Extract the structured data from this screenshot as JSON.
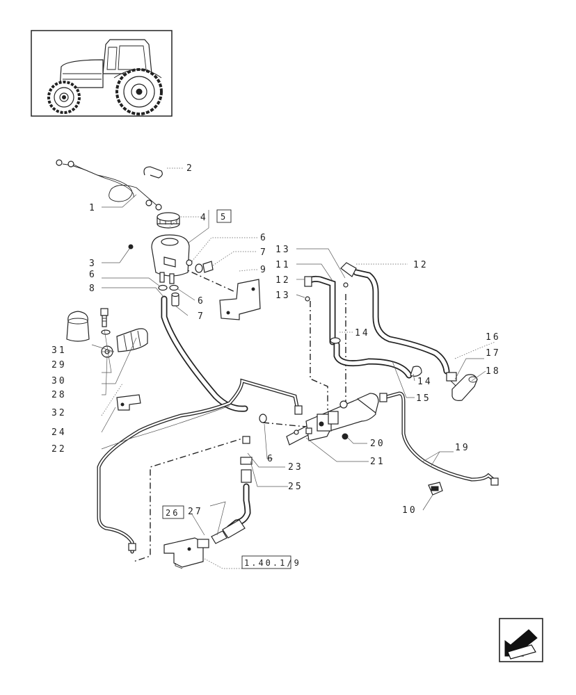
{
  "callouts": [
    {
      "id": "c1",
      "text": "1"
    },
    {
      "id": "c2",
      "text": "2"
    },
    {
      "id": "c3",
      "text": "3"
    },
    {
      "id": "c4",
      "text": "4"
    },
    {
      "id": "c6a",
      "text": "6"
    },
    {
      "id": "c6b",
      "text": "6"
    },
    {
      "id": "c6c",
      "text": "6"
    },
    {
      "id": "c6d",
      "text": "6"
    },
    {
      "id": "c7a",
      "text": "7"
    },
    {
      "id": "c7b",
      "text": "7"
    },
    {
      "id": "c8",
      "text": "8"
    },
    {
      "id": "c9",
      "text": "9"
    },
    {
      "id": "c10",
      "text": "10"
    },
    {
      "id": "c11",
      "text": "11"
    },
    {
      "id": "c12a",
      "text": "12"
    },
    {
      "id": "c12b",
      "text": "12"
    },
    {
      "id": "c13a",
      "text": "13"
    },
    {
      "id": "c13b",
      "text": "13"
    },
    {
      "id": "c14a",
      "text": "14"
    },
    {
      "id": "c14b",
      "text": "14"
    },
    {
      "id": "c15",
      "text": "15"
    },
    {
      "id": "c16",
      "text": "16"
    },
    {
      "id": "c17",
      "text": "17"
    },
    {
      "id": "c18",
      "text": "18"
    },
    {
      "id": "c19",
      "text": "19"
    },
    {
      "id": "c20",
      "text": "20"
    },
    {
      "id": "c21",
      "text": "21"
    },
    {
      "id": "c22",
      "text": "22"
    },
    {
      "id": "c23",
      "text": "23"
    },
    {
      "id": "c24",
      "text": "24"
    },
    {
      "id": "c25",
      "text": "25"
    },
    {
      "id": "c27",
      "text": "27"
    },
    {
      "id": "c28",
      "text": "28"
    },
    {
      "id": "c29",
      "text": "29"
    },
    {
      "id": "c30",
      "text": "30"
    },
    {
      "id": "c31",
      "text": "31"
    },
    {
      "id": "c32",
      "text": "32"
    }
  ],
  "boxed_refs": {
    "kit_5": "5",
    "kit_26": "26",
    "page_ref": "1.40.1/9"
  },
  "icons": {
    "thumbnail": "tractor-icon",
    "navigation": "previous-page-arrow-icon"
  }
}
